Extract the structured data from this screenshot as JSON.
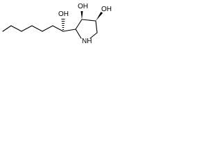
{
  "molecule": {
    "atoms": {
      "oh_side_chain": "OH",
      "oh_ring_3": "OH",
      "oh_ring_4": "OH",
      "nh_ring": "NH"
    },
    "colors": {
      "bond": "#000000",
      "text": "#000000",
      "background": "#ffffff"
    }
  }
}
